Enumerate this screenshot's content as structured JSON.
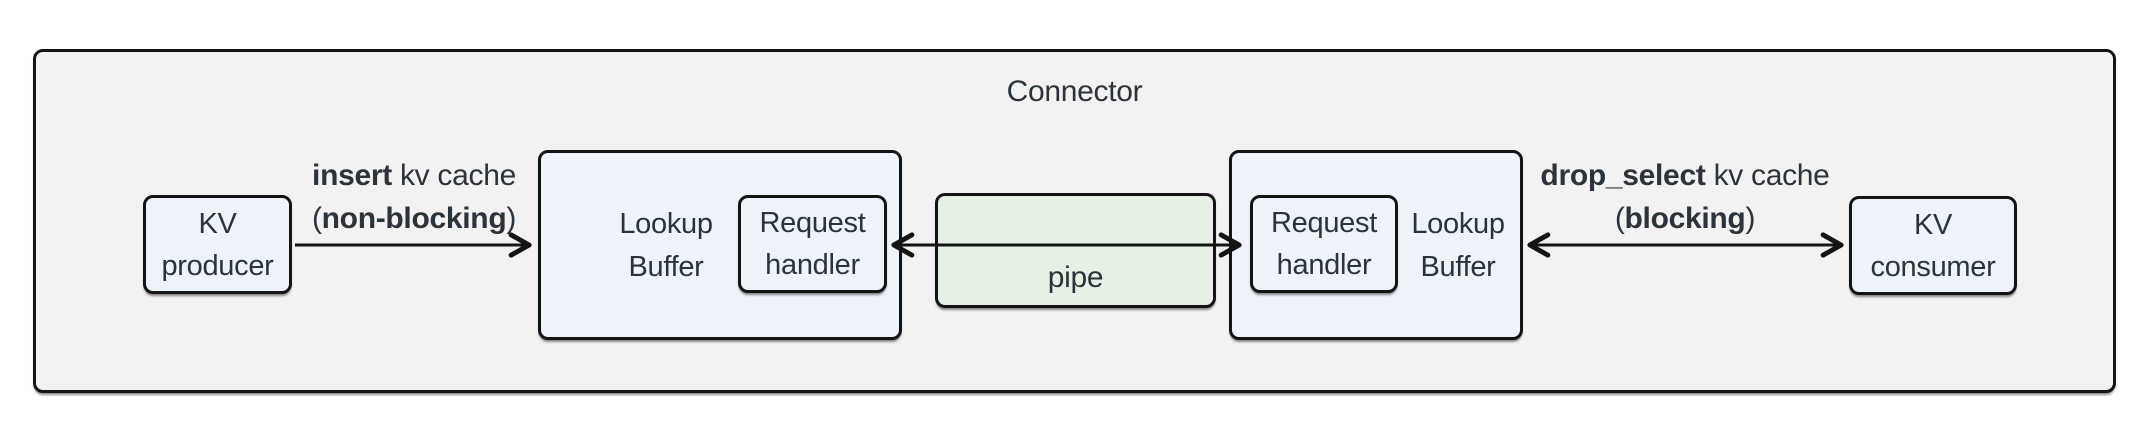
{
  "diagram": {
    "title": "Connector",
    "nodes": {
      "kv_producer": {
        "lines": [
          "KV",
          "producer"
        ]
      },
      "lookup_buffer_left": {
        "lines": [
          "Lookup",
          "Buffer"
        ]
      },
      "request_handler_left": {
        "lines": [
          "Request",
          "handler"
        ]
      },
      "pipe": {
        "label": "pipe"
      },
      "request_handler_right": {
        "lines": [
          "Request",
          "handler"
        ]
      },
      "lookup_buffer_right": {
        "lines": [
          "Lookup",
          "Buffer"
        ]
      },
      "kv_consumer": {
        "lines": [
          "KV",
          "consumer"
        ]
      }
    },
    "edges": {
      "insert": {
        "line1_bold": "insert",
        "line1_rest": " kv cache",
        "line2_pre": "(",
        "line2_bold": "non-blocking",
        "line2_post": ")"
      },
      "drop_select": {
        "line1_bold": "drop_select",
        "line1_rest": " kv cache",
        "line2_pre": "(",
        "line2_bold": "blocking",
        "line2_post": ")"
      }
    },
    "colors": {
      "node_fill": "#edf2fb",
      "pipe_fill": "#e4f1e4",
      "container_fill": "#f2f2f2",
      "border_color": "#141414",
      "text_color": "#2d333a"
    }
  }
}
